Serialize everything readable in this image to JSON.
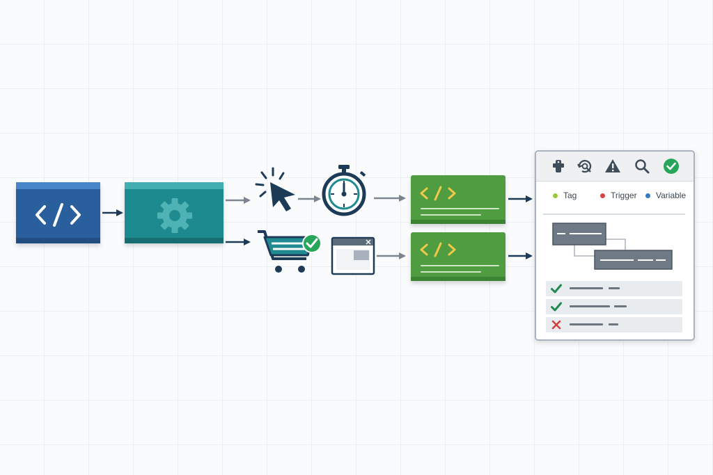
{
  "diagram": {
    "source_icon": "code-brackets-icon",
    "processor_icon": "gear-icon",
    "triggers": [
      {
        "icon": "cursor-click-icon"
      },
      {
        "icon": "stopwatch-icon"
      },
      {
        "icon": "shopping-cart-check-icon"
      },
      {
        "icon": "browser-window-icon"
      }
    ],
    "tag_cards": [
      {
        "icon": "code-brackets-icon"
      },
      {
        "icon": "code-brackets-icon"
      }
    ],
    "colors": {
      "source_blue": "#2c5f9e",
      "processor_teal": "#1f8a8f",
      "tag_green": "#4f9d3f",
      "code_yellow": "#f2c84b",
      "accent_navy": "#1d3a57",
      "success_green": "#27a55a",
      "error_red": "#d2403a"
    }
  },
  "debug_panel": {
    "toolbar_icons": [
      "tag-icon",
      "refresh-search-icon",
      "warning-icon",
      "search-icon",
      "check-circle-icon"
    ],
    "legend": [
      {
        "label": "Tag",
        "color": "#9bc93c"
      },
      {
        "label": "Trigger",
        "color": "#d64545"
      },
      {
        "label": "Variable",
        "color": "#2f7bbf"
      }
    ],
    "results": [
      {
        "status": "pass"
      },
      {
        "status": "pass"
      },
      {
        "status": "fail"
      }
    ]
  }
}
